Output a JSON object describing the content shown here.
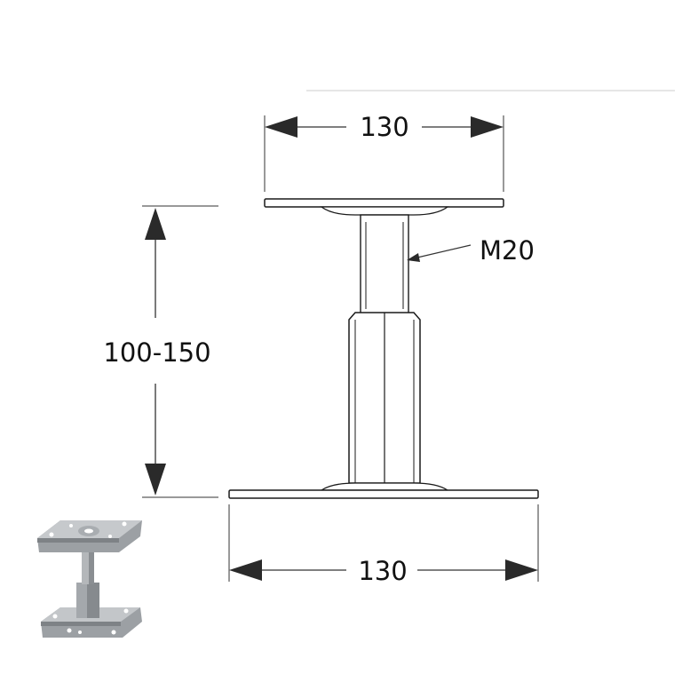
{
  "dimensions": {
    "top_width": "130",
    "bottom_width": "130",
    "height_range": "100-150",
    "thread": "M20"
  },
  "colors": {
    "line": "#1a1a1a",
    "arrow": "#2a2a2a",
    "photo_metal_light": "#b9bcbf",
    "photo_metal_dark": "#8e9296"
  },
  "photo": {
    "icon": "adjustable-post-base-photo"
  }
}
